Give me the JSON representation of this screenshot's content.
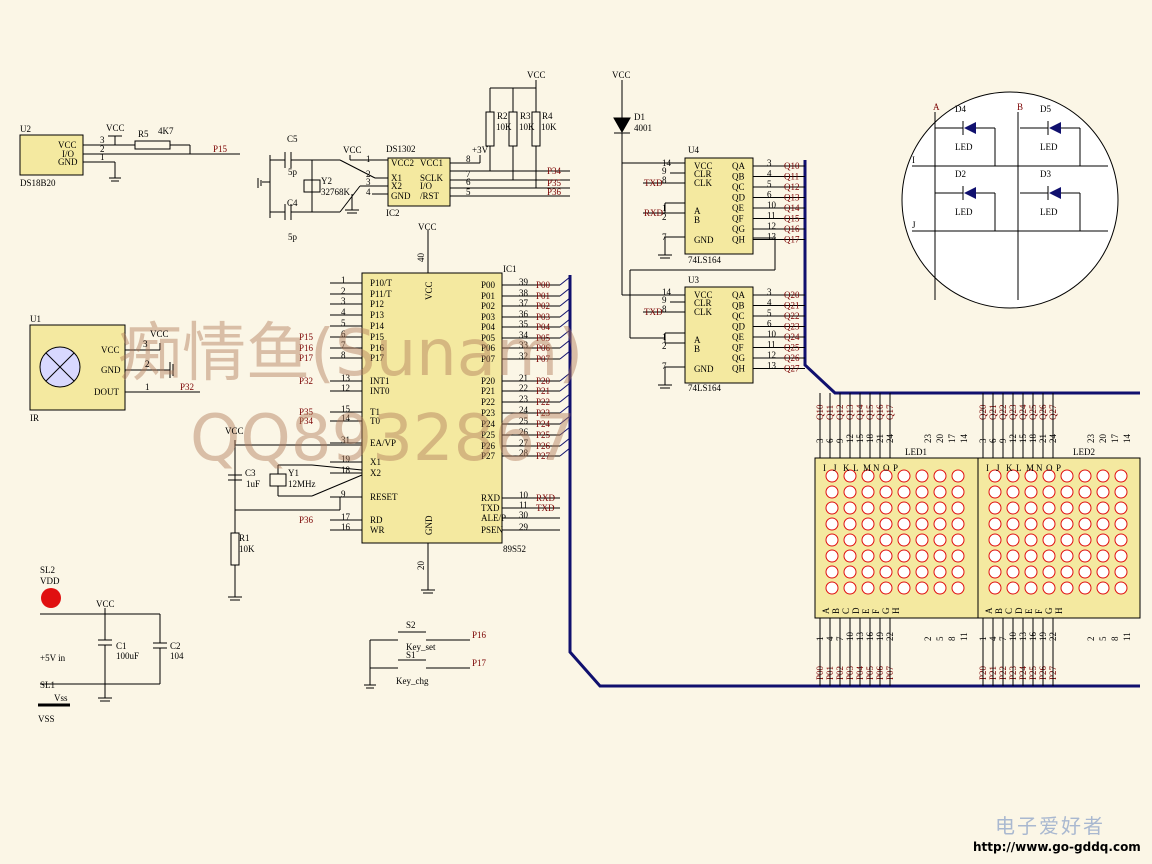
{
  "watermark": {
    "line1": "痴情鱼(Sunam)",
    "line2": "QQ8932867"
  },
  "footer": {
    "site_cn": "电子爱好者",
    "url": "http://www.go-gddq.com"
  },
  "u2": {
    "ref": "U2",
    "part": "DS18B20",
    "pins": [
      "VCC",
      "I/O",
      "GND"
    ],
    "nums": [
      "3",
      "2",
      "1"
    ]
  },
  "r5": {
    "ref": "R5",
    "value": "4K7"
  },
  "ic2": {
    "ref": "IC2",
    "part": "DS1302",
    "left": [
      "VCC2",
      "X1",
      "X2",
      "GND"
    ],
    "right": [
      "VCC1",
      "SCLK",
      "I/O",
      "/RST"
    ],
    "lnums": [
      "1",
      "2",
      "3",
      "4"
    ],
    "rnums": [
      "8",
      "7",
      "6",
      "5"
    ]
  },
  "c5": {
    "ref": "C5",
    "value": "5p"
  },
  "c4": {
    "ref": "C4",
    "value": "5p"
  },
  "y2": {
    "ref": "Y2",
    "value": "32768K"
  },
  "res": {
    "r2": "R2",
    "r3": "R3",
    "r4": "R4",
    "v": "10K"
  },
  "v3": "+3V",
  "d1": {
    "ref": "D1",
    "value": "4001"
  },
  "u4": {
    "ref": "U4",
    "part": "74LS164"
  },
  "u3": {
    "ref": "U3",
    "part": "74LS164"
  },
  "ls": {
    "left": [
      "VCC",
      "CLR",
      "CLK",
      "A",
      "B",
      "GND"
    ],
    "right": [
      "QA",
      "QB",
      "QC",
      "QD",
      "QE",
      "QF",
      "QG",
      "QH"
    ],
    "lnums": [
      "14",
      "9",
      "8",
      "1",
      "2",
      "7"
    ],
    "rnums": [
      "3",
      "4",
      "5",
      "6",
      "10",
      "11",
      "12",
      "13"
    ]
  },
  "u4q": [
    "Q10",
    "Q11",
    "Q12",
    "Q13",
    "Q14",
    "Q15",
    "Q16",
    "Q17"
  ],
  "u3q": [
    "Q20",
    "Q21",
    "Q22",
    "Q23",
    "Q24",
    "Q25",
    "Q26",
    "Q27"
  ],
  "ic1": {
    "ref": "IC1",
    "part": "89S52",
    "vcc": "VCC",
    "gnd": "GND",
    "pin40": "40",
    "pin20": "20",
    "left": [
      "P10/T",
      "P11/T",
      "P12",
      "P13",
      "P14",
      "P15",
      "P16",
      "P17",
      "INT1",
      "INT0",
      "T1",
      "T0",
      "EA/VP",
      "X1",
      "X2",
      "RESET",
      "RD",
      "WR"
    ],
    "lnums": [
      "1",
      "2",
      "3",
      "4",
      "5",
      "6",
      "7",
      "8",
      "13",
      "12",
      "15",
      "14",
      "31",
      "19",
      "18",
      "9",
      "17",
      "16"
    ],
    "right": [
      "P00",
      "P01",
      "P02",
      "P03",
      "P04",
      "P05",
      "P06",
      "P07",
      "P20",
      "P21",
      "P22",
      "P23",
      "P24",
      "P25",
      "P26",
      "P27",
      "RXD",
      "TXD",
      "ALE/P",
      "PSEN"
    ],
    "rnums": [
      "39",
      "38",
      "37",
      "36",
      "35",
      "34",
      "33",
      "32",
      "21",
      "22",
      "23",
      "24",
      "25",
      "26",
      "27",
      "28",
      "10",
      "11",
      "30",
      "29"
    ],
    "rsig": [
      "P00",
      "P01",
      "P02",
      "P03",
      "P04",
      "P05",
      "P06",
      "P07",
      "P20",
      "P21",
      "P22",
      "P23",
      "P24",
      "P25",
      "P26",
      "P27",
      "RXD",
      "TXD",
      "",
      ""
    ],
    "lsig": [
      "",
      "",
      "",
      "",
      "",
      "P15",
      "P16",
      "P17",
      "P32",
      "",
      "P35",
      "P34",
      "",
      "",
      "",
      "",
      "P36",
      ""
    ]
  },
  "u1": {
    "ref": "U1",
    "part": "IR",
    "pins": [
      "VCC",
      "GND",
      "DOUT"
    ],
    "nums": [
      "3",
      "2",
      "1"
    ],
    "sig": "P32"
  },
  "c3": {
    "ref": "C3",
    "value": "1uF"
  },
  "y1": {
    "ref": "Y1",
    "value": "12MHz"
  },
  "r1": {
    "ref": "R1",
    "value": "10K"
  },
  "sl2": {
    "ref": "SL2",
    "label": "VDD"
  },
  "sl1": {
    "ref": "SL1",
    "label": "Vss",
    "vss": "VSS"
  },
  "c1": {
    "ref": "C1",
    "value": "100uF"
  },
  "c2": {
    "ref": "C2",
    "value": "104"
  },
  "vin": "+5V in",
  "s2": {
    "ref": "S2",
    "label": "Key_set",
    "sig": "P16"
  },
  "s1": {
    "ref": "S1",
    "label": "Key_chg",
    "sig": "P17"
  },
  "vcc": "VCC",
  "ic2sig": [
    "P34",
    "P35",
    "P36"
  ],
  "led": {
    "names": [
      "LED1",
      "LED2"
    ],
    "rows": [
      "A",
      "B",
      "C",
      "D",
      "E",
      "F",
      "G",
      "H"
    ],
    "cols": [
      "I",
      "J",
      "K",
      "L",
      "M",
      "N",
      "O",
      "P"
    ],
    "bnums": [
      "1",
      "4",
      "7",
      "10",
      "13",
      "16",
      "19",
      "22"
    ],
    "tnums": [
      "3",
      "6",
      "9",
      "12",
      "15",
      "18",
      "21",
      "24"
    ],
    "extra_t": [
      "23",
      "20",
      "17",
      "14"
    ],
    "extra_b": [
      "2",
      "5",
      "8",
      "11"
    ],
    "p0": [
      "P00",
      "P01",
      "P02",
      "P03",
      "P04",
      "P05",
      "P06",
      "P07"
    ],
    "p2": [
      "P20",
      "P21",
      "P22",
      "P23",
      "P24",
      "P25",
      "P26",
      "P27"
    ]
  },
  "detail": {
    "leds": [
      "D4",
      "D5",
      "D2",
      "D3"
    ],
    "text": "LED",
    "a": "A",
    "b": "B",
    "i": "I",
    "j": "J"
  }
}
